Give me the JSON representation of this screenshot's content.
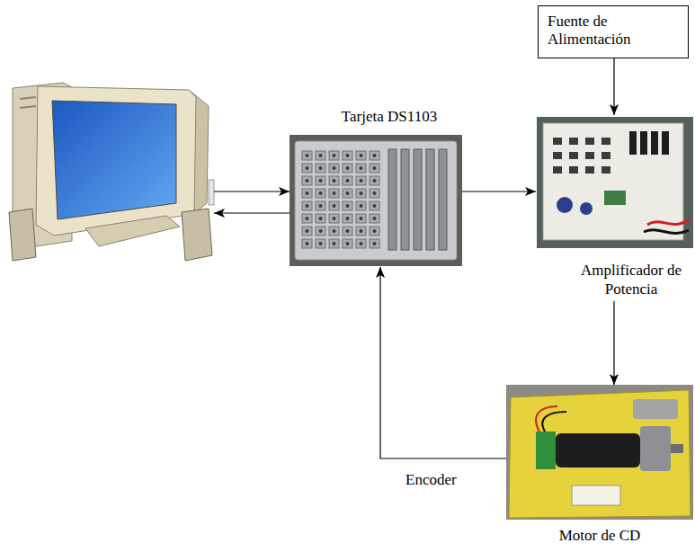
{
  "diagram": {
    "nodes": [
      {
        "text": []
      },
      {
        "text": [
          "Tarjeta DS1103"
        ]
      },
      {
        "text": [
          "Fuente de Alimentación"
        ]
      },
      {
        "text": [
          "Amplificador de Potencia"
        ]
      },
      {
        "text": [
          "Motor de CD"
        ]
      }
    ],
    "edges": [
      {
        "from": 0,
        "to": 1,
        "arrow": "to"
      },
      {
        "from": 1,
        "to": 0,
        "arrow": "to"
      },
      {
        "from": 1,
        "to": 3,
        "arrow": "to"
      },
      {
        "from": 2,
        "to": 3,
        "arrow": "to"
      },
      {
        "from": 3,
        "to": 4,
        "arrow": "to"
      },
      {
        "from": 4,
        "to": 1,
        "label": "Encoder",
        "arrow": "to"
      }
    ]
  }
}
